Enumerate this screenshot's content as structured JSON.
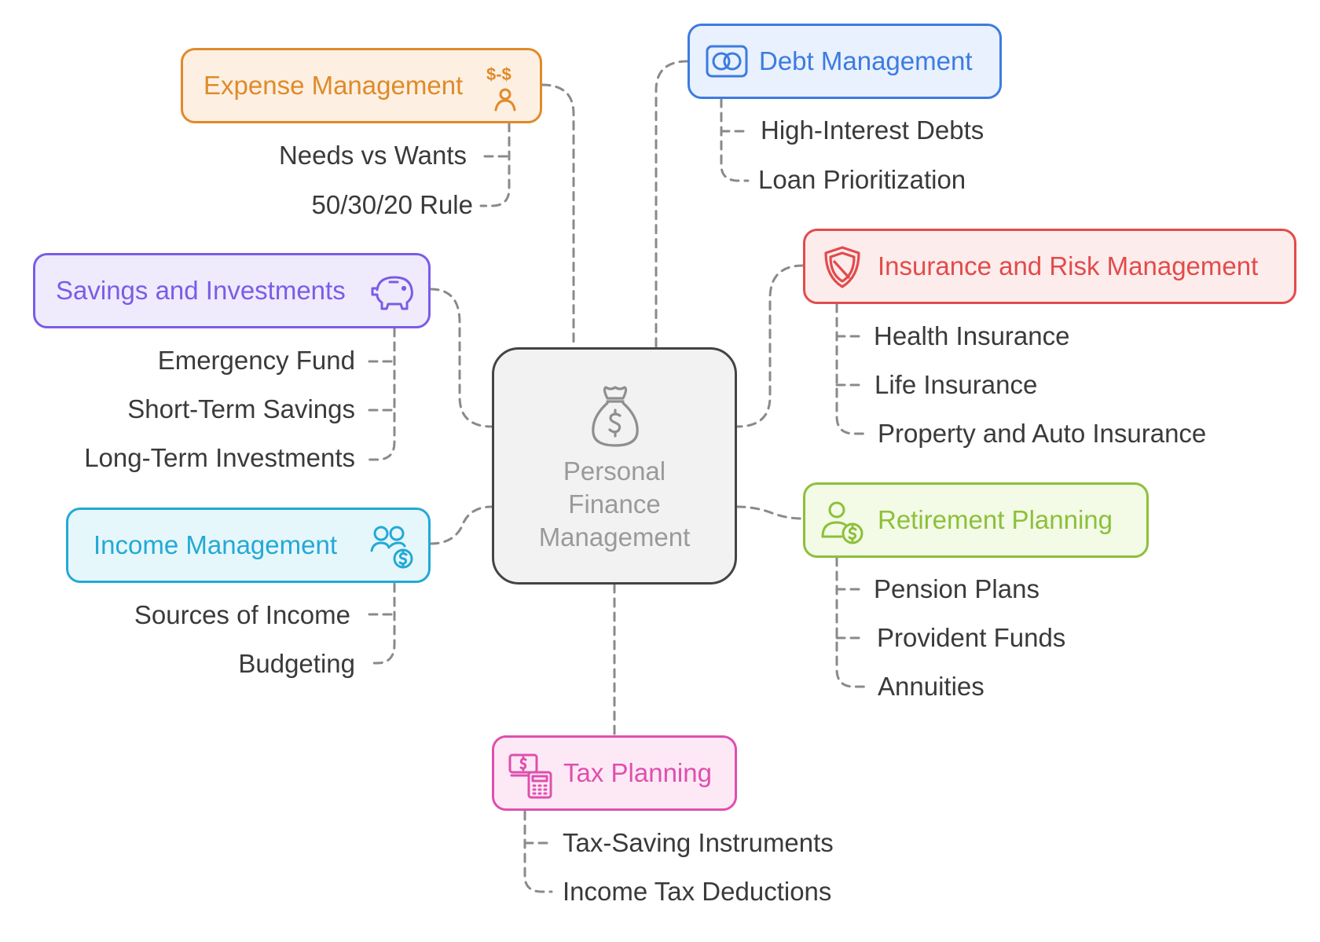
{
  "center": {
    "title_lines": [
      "Personal",
      "Finance",
      "Management"
    ],
    "icon": "money-bag-icon"
  },
  "branches": {
    "expense": {
      "label": "Expense Management",
      "icon": "budget-person-icon",
      "color": "#e08a2a",
      "fill": "#fdf0e2",
      "items": [
        "Needs vs Wants",
        "50/30/20 Rule"
      ]
    },
    "debt": {
      "label": "Debt Management",
      "icon": "credit-card-icon",
      "color": "#3d7be0",
      "fill": "#e8f1fd",
      "items": [
        "High-Interest Debts",
        "Loan Prioritization"
      ]
    },
    "savings": {
      "label": "Savings and Investments",
      "icon": "piggy-bank-icon",
      "color": "#7b5ce6",
      "fill": "#efebfd",
      "items": [
        "Emergency Fund",
        "Short-Term Savings",
        "Long-Term Investments"
      ]
    },
    "insurance": {
      "label": "Insurance and Risk Management",
      "icon": "shield-icon",
      "color": "#e24b4b",
      "fill": "#fdecec",
      "items": [
        "Health Insurance",
        "Life Insurance",
        "Property and Auto Insurance"
      ]
    },
    "income": {
      "label": "Income Management",
      "icon": "people-money-icon",
      "color": "#23a9d6",
      "fill": "#e6f7fc",
      "items": [
        "Sources of Income",
        "Budgeting"
      ]
    },
    "retirement": {
      "label": "Retirement Planning",
      "icon": "person-money-icon",
      "color": "#8cc03a",
      "fill": "#f3fae6",
      "items": [
        "Pension Plans",
        "Provident Funds",
        "Annuities"
      ]
    },
    "tax": {
      "label": "Tax Planning",
      "icon": "money-calculator-icon",
      "color": "#df4fae",
      "fill": "#fde9f5",
      "items": [
        "Tax-Saving Instruments",
        "Income Tax Deductions"
      ]
    }
  }
}
